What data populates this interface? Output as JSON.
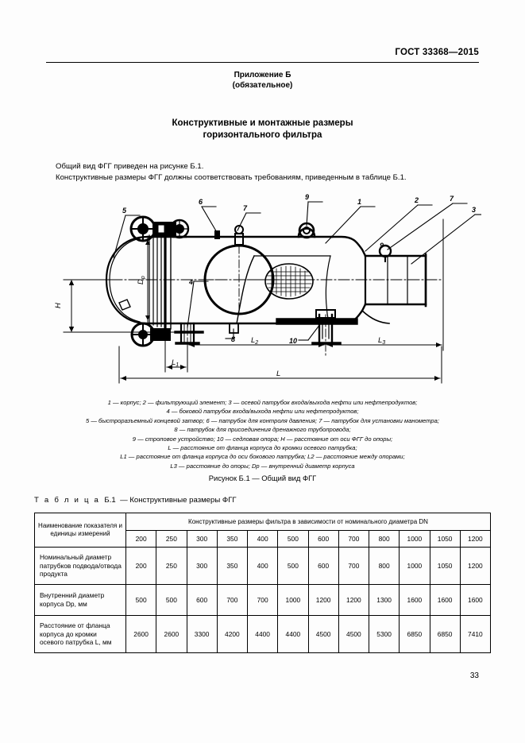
{
  "document": {
    "standard_header": "ГОСТ 33368—2015",
    "page_number": "33"
  },
  "annex": {
    "line1": "Приложение Б",
    "line2": "(обязательное)"
  },
  "title": {
    "line1": "Конструктивные и монтажные размеры",
    "line2": "горизонтального фильтра"
  },
  "intro": {
    "p1": "Общий вид ФГГ приведен на рисунке Б.1.",
    "p2": "Конструктивные размеры ФГГ должны соответствовать требованиям, приведенным в таблице Б.1."
  },
  "figure": {
    "caption": "Рисунок Б.1 — Общий вид ФГГ",
    "callouts": [
      "1",
      "2",
      "3",
      "4",
      "5",
      "6",
      "7",
      "8",
      "9",
      "10"
    ],
    "dimension_labels": {
      "height": "H",
      "diameter": "Dр",
      "total_length": "L",
      "l1": "L1",
      "l2": "L2",
      "l3": "L3"
    },
    "legend_lines": [
      "1 — корпус; 2 — фильтрующий элемент; 3 — осевой патрубок входа/выхода нефти или нефтепродуктов;",
      "4 — боковой патрубок входа/выхода нефти или нефтепродуктов;",
      "5 — быстроразъемный концевой затвор; 6 — патрубок для контроля давления; 7 — патрубок для установки манометра;",
      "8 — патрубок для присоединения дренажного трубопровода;",
      "9 — строповое устройство; 10 — седловая опора; H — расстояние от оси ФГГ до опоры;",
      "L — расстояние от фланца корпуса до кромки осевого патрубка;",
      "L1 — расстояние от фланца корпуса до оси бокового патрубка; L2 — расстояние между опорами;",
      "L3 — расстояние до опоры; Dр — внутренний диаметр корпуса"
    ]
  },
  "table": {
    "title_prefix": "Т а б л и ц а",
    "title_number": "Б.1",
    "title_text": "— Конструктивные размеры ФГГ",
    "rowhead_label": "Наименование показателя и единицы измерений",
    "span_header": "Конструктивные размеры фильтра в зависимости от номинального диаметра DN",
    "columns": [
      "200",
      "250",
      "300",
      "350",
      "400",
      "500",
      "600",
      "700",
      "800",
      "1000",
      "1050",
      "1200"
    ],
    "rows": [
      {
        "name": "Номинальный диаметр патрубков подвода/отвода продукта",
        "values": [
          "200",
          "250",
          "300",
          "350",
          "400",
          "500",
          "600",
          "700",
          "800",
          "1000",
          "1050",
          "1200"
        ]
      },
      {
        "name": "Внутренний диаметр корпуса Dр, мм",
        "values": [
          "500",
          "500",
          "600",
          "700",
          "700",
          "1000",
          "1200",
          "1200",
          "1300",
          "1600",
          "1600",
          "1600"
        ]
      },
      {
        "name": "Расстояние от фланца корпуса до кромки осевого патрубка L, мм",
        "values": [
          "2600",
          "2600",
          "3300",
          "4200",
          "4400",
          "4400",
          "4500",
          "4500",
          "5300",
          "6850",
          "6850",
          "7410"
        ]
      }
    ]
  },
  "colors": {
    "ink": "#000000",
    "paper": "#fdfdfd"
  }
}
